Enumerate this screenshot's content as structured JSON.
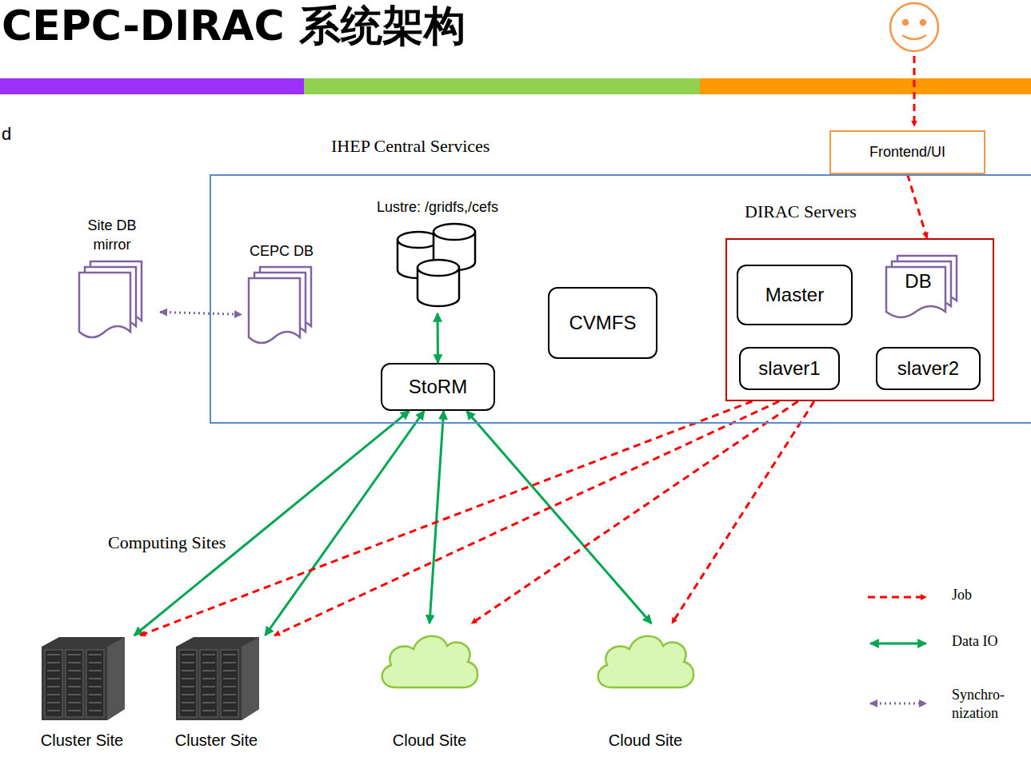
{
  "diagram": {
    "title": "CEPC-DIRAC 系统架构",
    "nodes": [
      {
        "text": [
          "IHEP Central Services"
        ]
      },
      {
        "text": [
          "Lustre: /gridfs,/cefs"
        ],
        "in": 0
      },
      {
        "text": [
          "CEPC DB"
        ],
        "in": 0
      },
      {
        "text": [
          "CVMFS"
        ],
        "in": 0
      },
      {
        "text": [
          "StoRM"
        ],
        "in": 0
      },
      {
        "text": [
          "DIRAC Servers"
        ],
        "in": 0
      },
      {
        "text": [
          "Master"
        ],
        "in": 5
      },
      {
        "text": [
          "DB"
        ],
        "in": 5
      },
      {
        "text": [
          "slaver1"
        ],
        "in": 5
      },
      {
        "text": [
          "slaver2"
        ],
        "in": 5
      },
      {
        "text": [
          "Site DB mirror"
        ]
      },
      {
        "text": [
          "Frontend/UI"
        ]
      },
      {
        "text": [
          "Cluster Site"
        ]
      },
      {
        "text": [
          "Cluster Site"
        ]
      },
      {
        "text": [
          "Cloud Site"
        ]
      },
      {
        "text": [
          "Cloud Site"
        ]
      }
    ],
    "edges": [
      {
        "from": 10,
        "to": 2,
        "arrow": "both"
      },
      {
        "from": 1,
        "to": 4,
        "arrow": "both"
      },
      {
        "from": 4,
        "to": 12,
        "arrow": "both"
      },
      {
        "from": 4,
        "to": 13,
        "arrow": "both"
      },
      {
        "from": 4,
        "to": 14,
        "arrow": "both"
      },
      {
        "from": 4,
        "to": 15,
        "arrow": "both"
      },
      {
        "from": 11,
        "to": 5,
        "arrow": "to"
      },
      {
        "from": 5,
        "to": 12,
        "arrow": "to"
      },
      {
        "from": 5,
        "to": 13,
        "arrow": "to"
      },
      {
        "from": 5,
        "to": 14,
        "arrow": "to"
      },
      {
        "from": 5,
        "to": 15,
        "arrow": "to"
      }
    ],
    "labels": [
      "d",
      "Computing Sites"
    ],
    "legend": [
      {
        "text": "Job"
      },
      {
        "text": "Data IO"
      },
      {
        "text": "Synchro- nization"
      }
    ]
  }
}
